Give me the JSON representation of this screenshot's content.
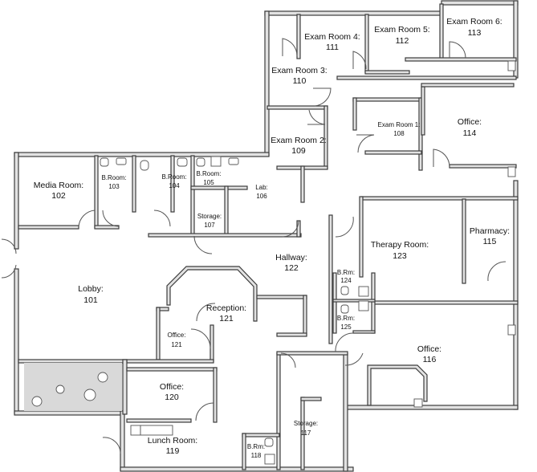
{
  "rooms": {
    "exam4": {
      "name": "Exam Room 4:",
      "number": "111"
    },
    "exam5": {
      "name": "Exam Room 5:",
      "number": "112"
    },
    "exam6": {
      "name": "Exam Room 6:",
      "number": "113"
    },
    "exam3": {
      "name": "Exam Room 3:",
      "number": "110"
    },
    "exam2": {
      "name": "Exam Room 2:",
      "number": "109"
    },
    "exam1": {
      "name": "Exam Room 1:",
      "number": "108"
    },
    "office114": {
      "name": "Office:",
      "number": "114"
    },
    "media": {
      "name": "Media Room:",
      "number": "102"
    },
    "broom103": {
      "name": "B.Room:",
      "number": "103"
    },
    "broom104": {
      "name": "B.Room:",
      "number": "104"
    },
    "broom105": {
      "name": "B.Room:",
      "number": "105"
    },
    "lab": {
      "name": "Lab:",
      "number": "106"
    },
    "storage107": {
      "name": "Storage:",
      "number": "107"
    },
    "pharmacy": {
      "name": "Pharmacy:",
      "number": "115"
    },
    "therapy": {
      "name": "Therapy Room:",
      "number": "123"
    },
    "hallway": {
      "name": "Hallway:",
      "number": "122"
    },
    "lobby": {
      "name": "Lobby:",
      "number": "101"
    },
    "reception": {
      "name": "Reception:",
      "number": "121"
    },
    "office121": {
      "name": "Office:",
      "number": "121"
    },
    "brm124": {
      "name": "B.Rm:",
      "number": "124"
    },
    "brm125": {
      "name": "B.Rm:",
      "number": "125"
    },
    "office116": {
      "name": "Office:",
      "number": "116"
    },
    "office120": {
      "name": "Office:",
      "number": "120"
    },
    "storage117": {
      "name": "Storage:",
      "number": "117"
    },
    "lunch": {
      "name": "Lunch Room:",
      "number": "119"
    },
    "brm118": {
      "name": "B.Rm:",
      "number": "118"
    }
  }
}
